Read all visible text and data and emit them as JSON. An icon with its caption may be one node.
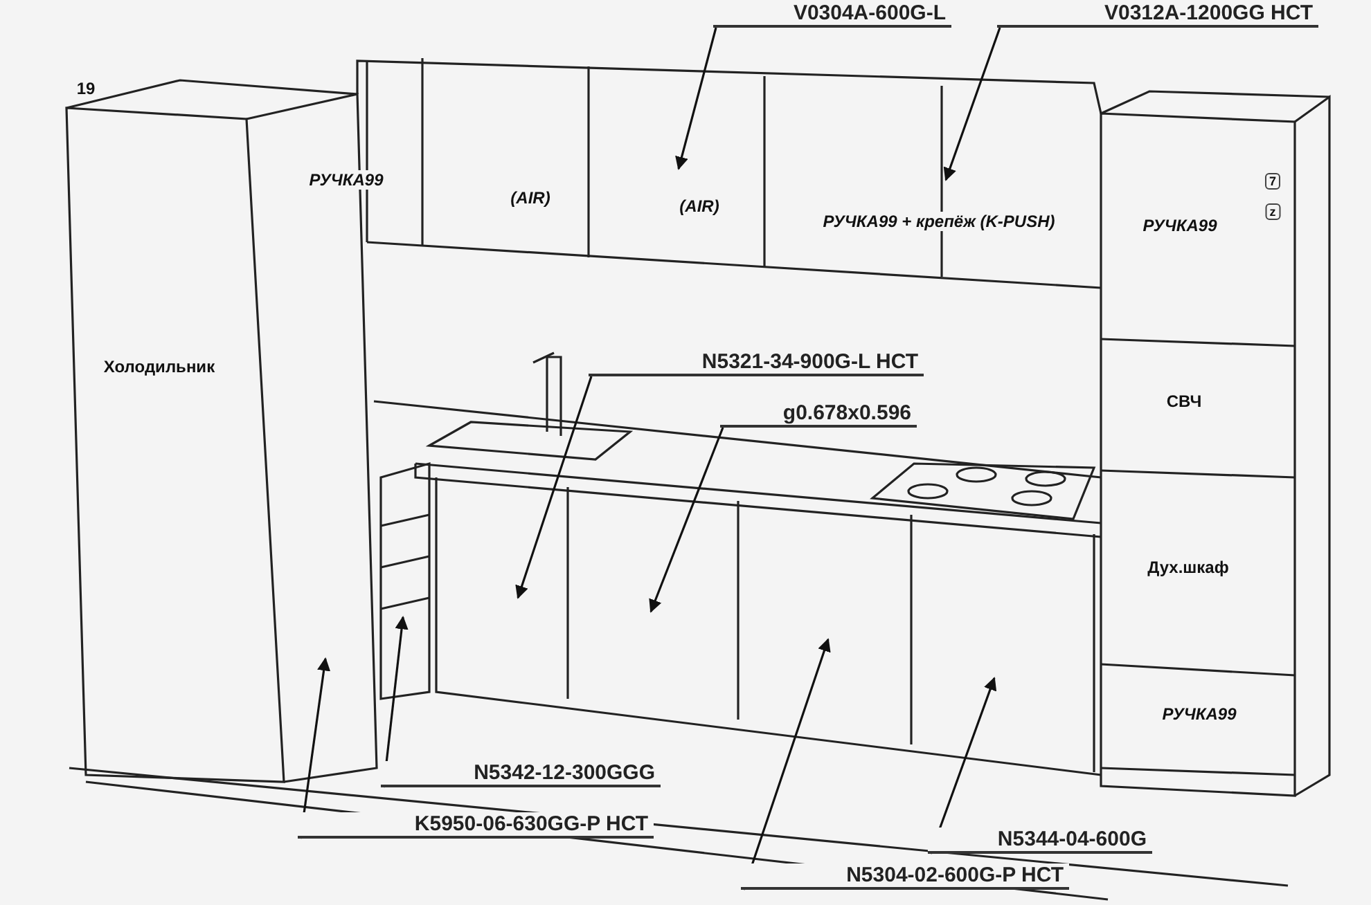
{
  "diagram": {
    "nodes": [
      {
        "text": [
          "V0304A-600G-L"
        ]
      },
      {
        "text": [
          "V0312A-1200GG НСТ"
        ]
      },
      {
        "text": [
          "N5321-34-900G-L НСТ"
        ]
      },
      {
        "text": [
          "g0.678x0.596"
        ]
      },
      {
        "text": [
          "N5342-12-300GGG"
        ]
      },
      {
        "text": [
          "K5950-06-630GG-P НСТ"
        ]
      },
      {
        "text": [
          "N5344-04-600G"
        ]
      },
      {
        "text": [
          "N5304-02-600G-P НСТ"
        ]
      }
    ],
    "edges": [
      {
        "from": 0,
        "to": null,
        "arrow": "to"
      },
      {
        "from": 1,
        "to": null,
        "arrow": "to"
      },
      {
        "from": 2,
        "to": null,
        "arrow": "to"
      },
      {
        "from": 3,
        "to": null,
        "arrow": "to"
      },
      {
        "from": 4,
        "to": null,
        "arrow": "to"
      },
      {
        "from": 5,
        "to": null,
        "arrow": "to"
      },
      {
        "from": 6,
        "to": null,
        "arrow": "to"
      },
      {
        "from": 7,
        "to": null,
        "arrow": "to"
      }
    ],
    "labels": [
      "19",
      "РУЧКА99",
      "7",
      "(AIR)",
      "(AIR)",
      "z",
      "РУЧКА99 + крепёж (K-PUSH)",
      "РУЧКА99",
      "Холодильник",
      "СВЧ",
      "Дух.шкаф",
      "РУЧКА99"
    ]
  }
}
